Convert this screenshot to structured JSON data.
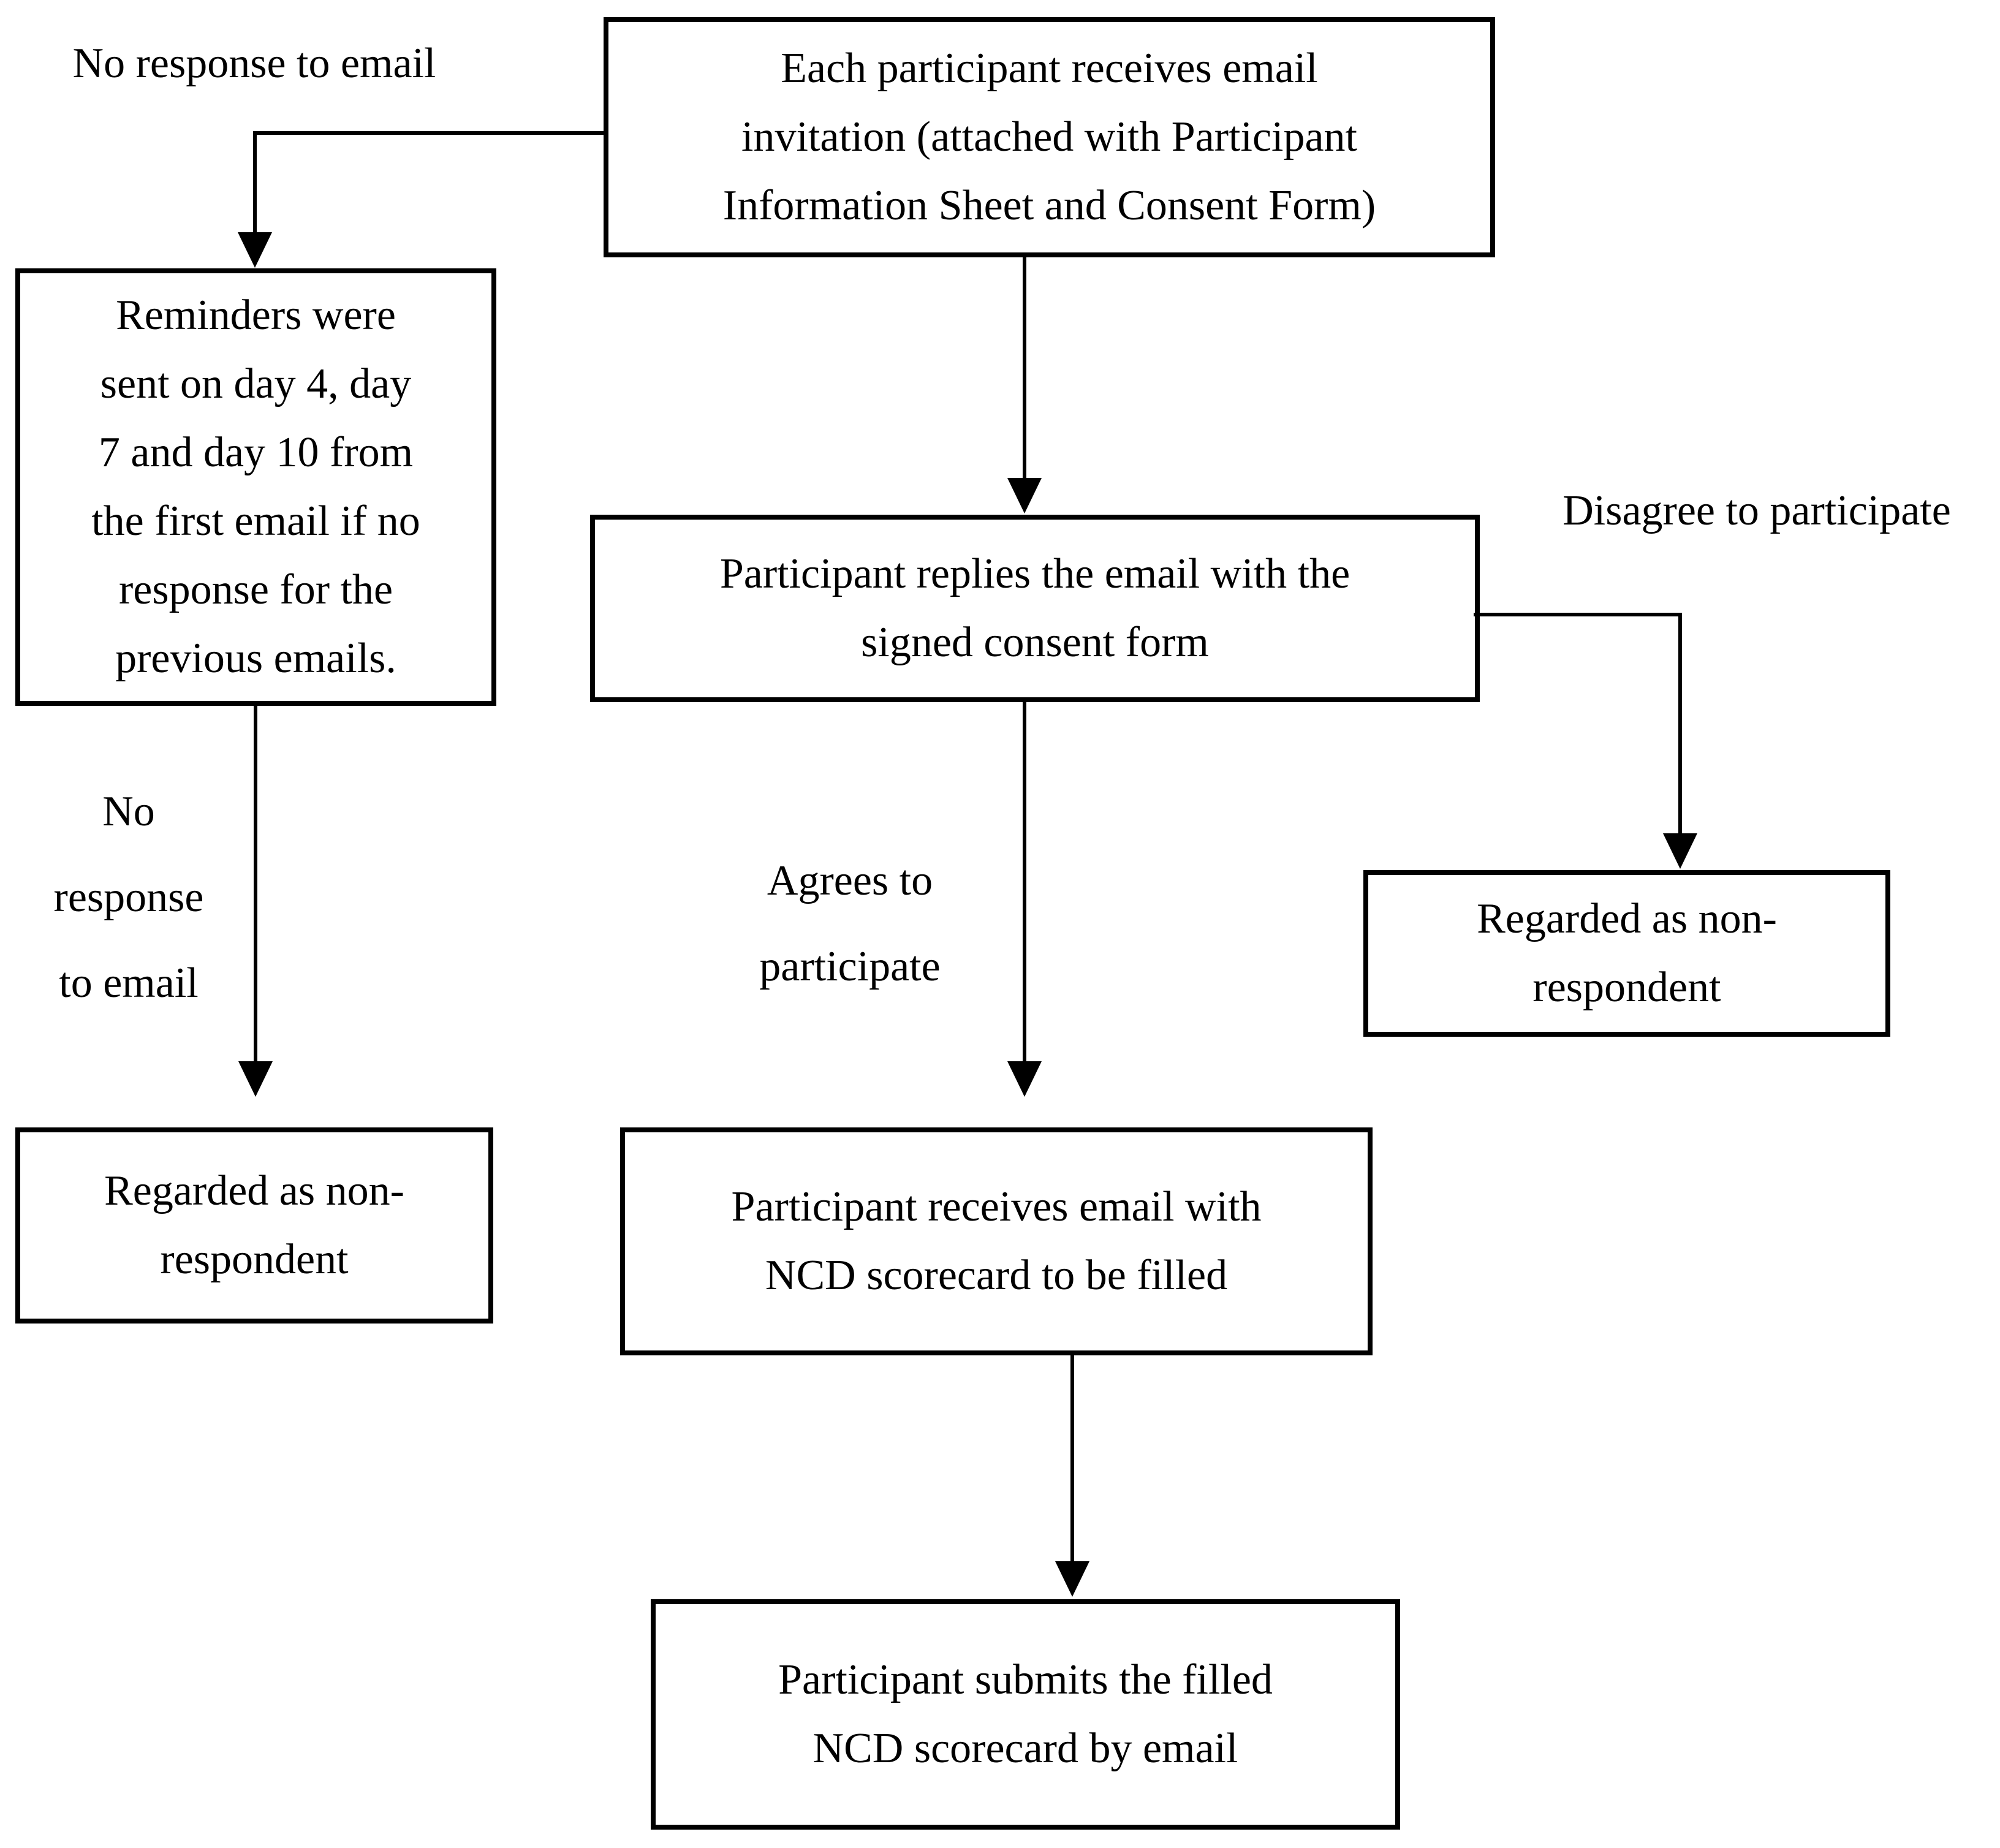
{
  "diagram": {
    "title": "Participant email recruitment flowchart",
    "colors": {
      "ink": "#000000",
      "paper": "#ffffff"
    },
    "boxes": {
      "invitation": {
        "lines": [
          "Each participant receives email",
          "invitation (attached with Participant",
          "Information Sheet and Consent Form)"
        ]
      },
      "reminders": {
        "lines": [
          "Reminders were",
          "sent on day 4, day",
          "7 and day 10 from",
          "the first email if no",
          "response for the",
          "previous emails."
        ]
      },
      "replies": {
        "lines": [
          "Participant replies the email with the",
          "signed consent form"
        ]
      },
      "nonrespondent_right": {
        "lines": [
          "Regarded as non-",
          "respondent"
        ]
      },
      "nonrespondent_left": {
        "lines": [
          "Regarded as non-",
          "respondent"
        ]
      },
      "scorecard": {
        "lines": [
          "Participant receives email with",
          "NCD scorecard to be filled"
        ]
      },
      "submit": {
        "lines": [
          "Participant submits the filled",
          "NCD scorecard by email"
        ]
      }
    },
    "labels": {
      "no_response_top": {
        "lines": [
          "No response to email"
        ]
      },
      "no_response_left": {
        "lines": [
          "No",
          "response",
          "to email"
        ]
      },
      "agrees": {
        "lines": [
          "Agrees to",
          "participate"
        ]
      },
      "disagree": {
        "lines": [
          "Disagree to participate"
        ]
      }
    }
  }
}
